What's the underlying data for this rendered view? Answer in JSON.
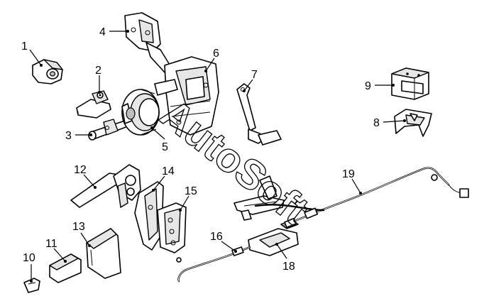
{
  "watermark": "AutoSoft",
  "callouts": [
    {
      "id": "1",
      "label": "1"
    },
    {
      "id": "2",
      "label": "2"
    },
    {
      "id": "3",
      "label": "3"
    },
    {
      "id": "4",
      "label": "4"
    },
    {
      "id": "5",
      "label": "5"
    },
    {
      "id": "6",
      "label": "6"
    },
    {
      "id": "7",
      "label": "7"
    },
    {
      "id": "8",
      "label": "8"
    },
    {
      "id": "9",
      "label": "9"
    },
    {
      "id": "10",
      "label": "10"
    },
    {
      "id": "11",
      "label": "11"
    },
    {
      "id": "12",
      "label": "12"
    },
    {
      "id": "13",
      "label": "13"
    },
    {
      "id": "14",
      "label": "14"
    },
    {
      "id": "15",
      "label": "15"
    },
    {
      "id": "16",
      "label": "16"
    },
    {
      "id": "18",
      "label": "18"
    },
    {
      "id": "19",
      "label": "19"
    }
  ]
}
